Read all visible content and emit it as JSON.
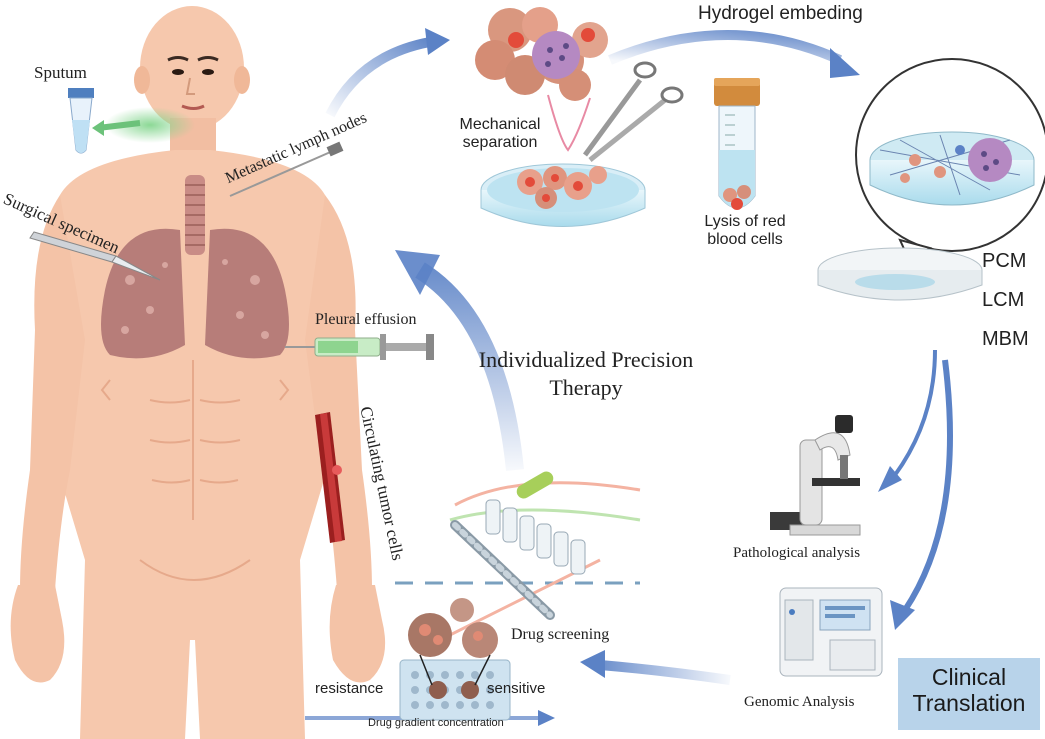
{
  "labels": {
    "hydrogel": "Hydrogel embeding",
    "sputum": "Sputum",
    "metastatic": "Metastatic lymph nodes",
    "mechanical_1": "Mechanical",
    "mechanical_2": "separation",
    "lysis_1": "Lysis of red",
    "lysis_2": "blood cells",
    "surgical": "Surgical specimen",
    "pcm": "PCM",
    "lcm": "LCM",
    "mbm": "MBM",
    "pleural": "Pleural effusion",
    "therapy_1": "Individualized Precision",
    "therapy_2": "Therapy",
    "ctc": "Circulating tumor cells",
    "pathological": "Pathological analysis",
    "drug_screening": "Drug screening",
    "resistance": "resistance",
    "sensitive": "sensitive",
    "gradient": "Drug gradient concentration",
    "genomic": "Genomic Analysis",
    "clinical_1": "Clinical",
    "clinical_2": "Translation"
  },
  "colors": {
    "arrow_blue": "#5b82c6",
    "skin": "#f6c8ad",
    "lung": "#b77d79",
    "box": "#b8d3ea"
  }
}
